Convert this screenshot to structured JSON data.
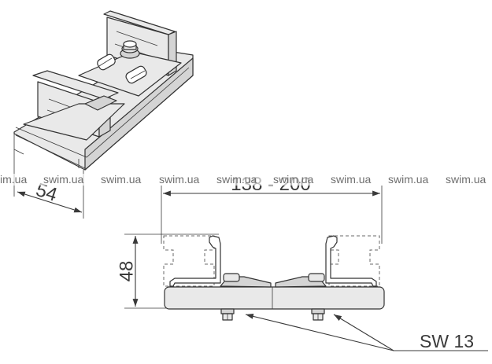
{
  "diagram": {
    "dimension_width": "54",
    "dimension_range": "138 - 200",
    "dimension_height": "48",
    "wrench_size": "SW 13"
  },
  "watermark": {
    "text": "swim.ua",
    "items": [
      "im.ua",
      "swim.ua",
      "swim.ua",
      "swim.ua",
      "swim.ua",
      "swim.ua",
      "swim.ua",
      "swim.ua",
      "swim.ua"
    ]
  },
  "colors": {
    "line": "#3a3a3a",
    "part_fill": "#e9e9e9",
    "part_shade": "#d4d4d4",
    "watermark": "#6f6f6f"
  }
}
